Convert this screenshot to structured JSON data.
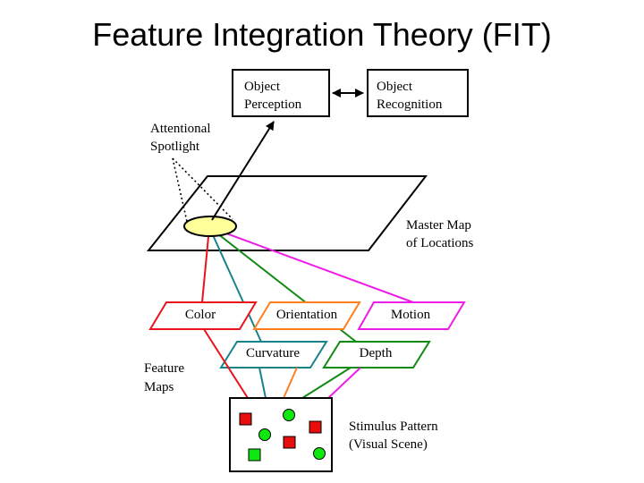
{
  "title": "Feature Integration Theory (FIT)",
  "boxes": {
    "object_perception": [
      "Object",
      "Perception"
    ],
    "object_recognition": [
      "Object",
      "Recognition"
    ]
  },
  "labels": {
    "attentional_spotlight": [
      "Attentional",
      "Spotlight"
    ],
    "master_map": [
      "Master Map",
      "of Locations"
    ],
    "feature_maps": [
      "Feature",
      "Maps"
    ],
    "stimulus_pattern": [
      "Stimulus Pattern",
      "(Visual Scene)"
    ]
  },
  "feature_maps": {
    "color": "Color",
    "orientation": "Orientation",
    "motion": "Motion",
    "curvature": "Curvature",
    "depth": "Depth"
  },
  "colors": {
    "color_map": "#e8131b",
    "orientation_map": "#ff7f1e",
    "motion_map": "#ee1ce8",
    "curvature_map": "#19838a",
    "depth_map": "#118a13",
    "spotlight_fill": "#ffff99",
    "stimulus_red": "#e80d0d",
    "stimulus_green": "#0fe80f"
  },
  "stimulus_items": [
    {
      "shape": "square",
      "color": "red"
    },
    {
      "shape": "circle",
      "color": "green"
    },
    {
      "shape": "square",
      "color": "red"
    },
    {
      "shape": "circle",
      "color": "green"
    },
    {
      "shape": "square",
      "color": "red"
    },
    {
      "shape": "square",
      "color": "green"
    },
    {
      "shape": "circle",
      "color": "green"
    }
  ]
}
